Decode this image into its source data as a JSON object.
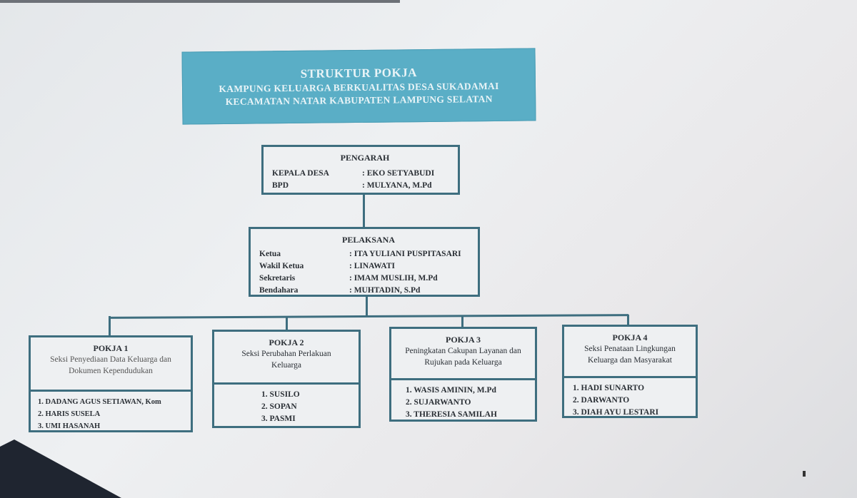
{
  "title": {
    "main": "STRUKTUR POKJA",
    "line2": "KAMPUNG KELUARGA BERKUALITAS DESA SUKADAMAI",
    "line3": "KECAMATAN NATAR KABUPATEN LAMPUNG SELATAN"
  },
  "pengarah": {
    "heading": "PENGARAH",
    "rows": [
      {
        "role": "KEPALA DESA",
        "name": ": EKO SETYABUDI"
      },
      {
        "role": "BPD",
        "name": ": MULYANA, M.Pd"
      }
    ]
  },
  "pelaksana": {
    "heading": "PELAKSANA",
    "rows": [
      {
        "role": "Ketua",
        "name": ": ITA YULIANI PUSPITASARI"
      },
      {
        "role": "Wakil Ketua",
        "name": ": LINAWATI"
      },
      {
        "role": "Sekretaris",
        "name": ": IMAM MUSLIH, M.Pd"
      },
      {
        "role": "Bendahara",
        "name": ": MUHTADIN, S.Pd"
      }
    ]
  },
  "pokja": [
    {
      "title": "POKJA 1",
      "subtitle": "Seksi Penyediaan Data Keluarga dan Dokumen Kependudukan",
      "members": [
        "1. DADANG AGUS SETIAWAN, Kom",
        "2. HARIS SUSELA",
        "3. UMI HASANAH"
      ]
    },
    {
      "title": "POKJA 2",
      "subtitle": "Seksi Perubahan Perlakuan Keluarga",
      "members": [
        "1. SUSILO",
        "2. SOPAN",
        "3. PASMI"
      ]
    },
    {
      "title": "POKJA 3",
      "subtitle": "Peningkatan Cakupan Layanan dan Rujukan pada Keluarga",
      "members": [
        "1. WASIS AMININ, M.Pd",
        "2. SUJARWANTO",
        "3. THERESIA SAMILAH"
      ]
    },
    {
      "title": "POKJA 4",
      "subtitle": "Seksi Penataan Lingkungan Keluarga dan Masyarakat",
      "members": [
        "1. HADI SUNARTO",
        "2. DARWANTO",
        "3. DIAH AYU LESTARI"
      ]
    }
  ]
}
